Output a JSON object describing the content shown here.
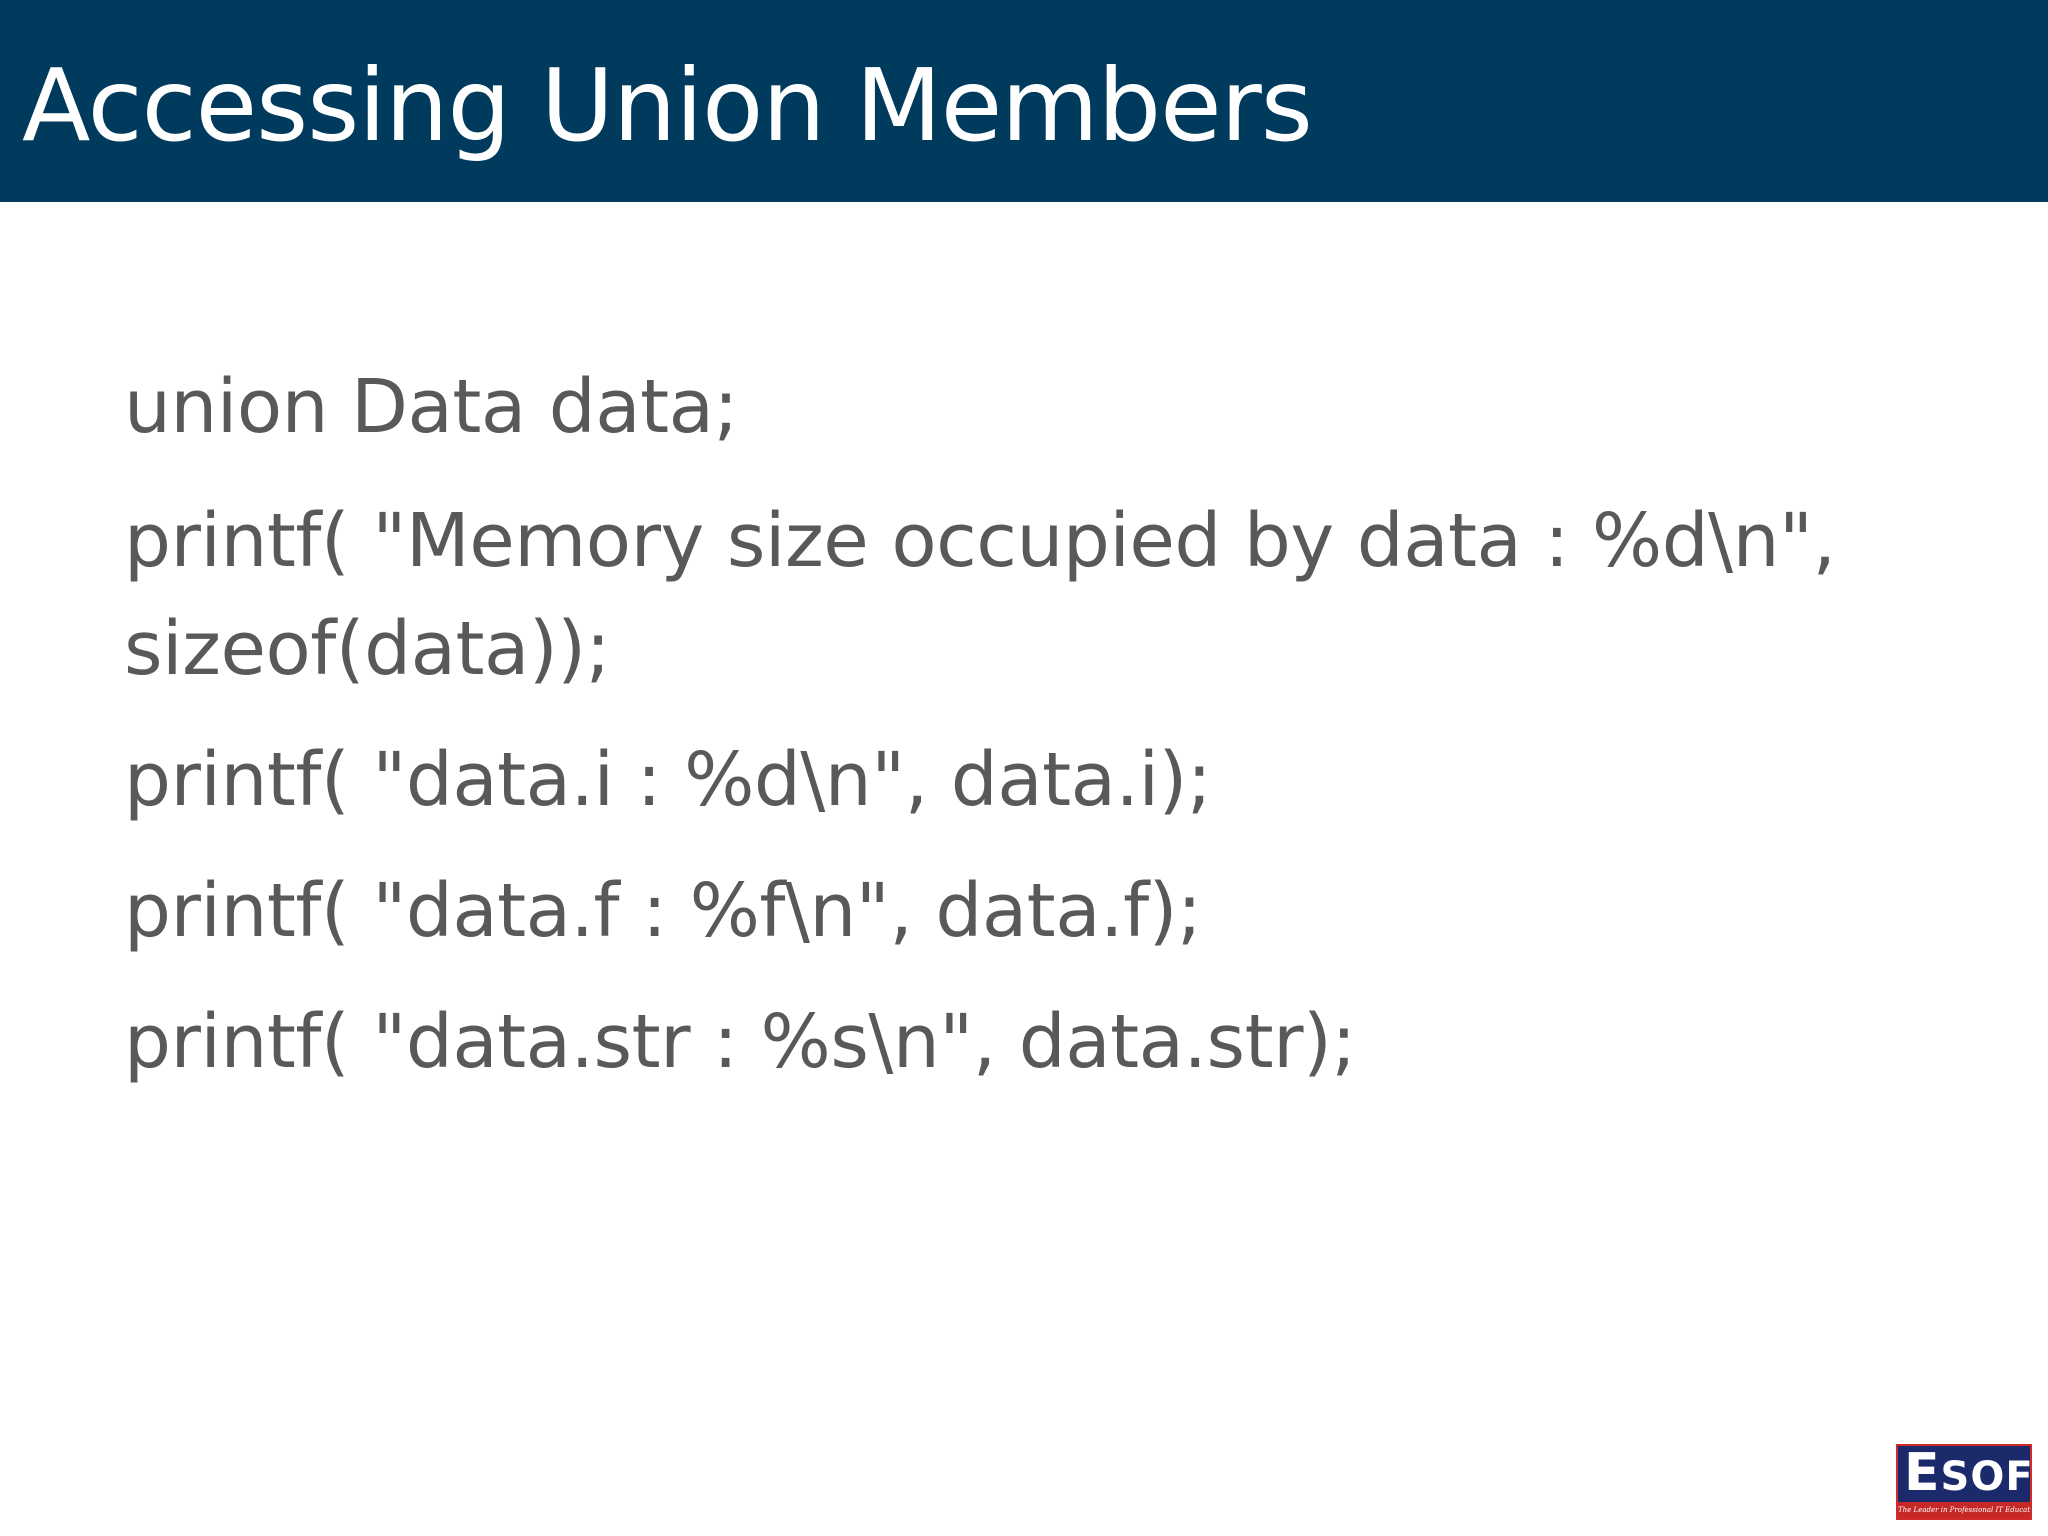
{
  "slide": {
    "title": "Accessing Union Members",
    "code_lines": [
      "union Data data;",
      "printf( \"Memory size occupied by data : %d\\n\",",
      "sizeof(data));",
      "printf( \"data.i : %d\\n\", data.i);",
      "printf( \"data.f : %f\\n\", data.f);",
      "printf( \"data.str : %s\\n\", data.str);"
    ]
  },
  "logo": {
    "wordmark_first": "E",
    "wordmark_rest": "SOFT",
    "tagline": "The Leader in Professional IT Education"
  },
  "colors": {
    "title_bar": "#003a5c",
    "title_text": "#ffffff",
    "body_text": "#595959",
    "logo_blue": "#1b2a6b",
    "logo_red": "#c62828"
  }
}
